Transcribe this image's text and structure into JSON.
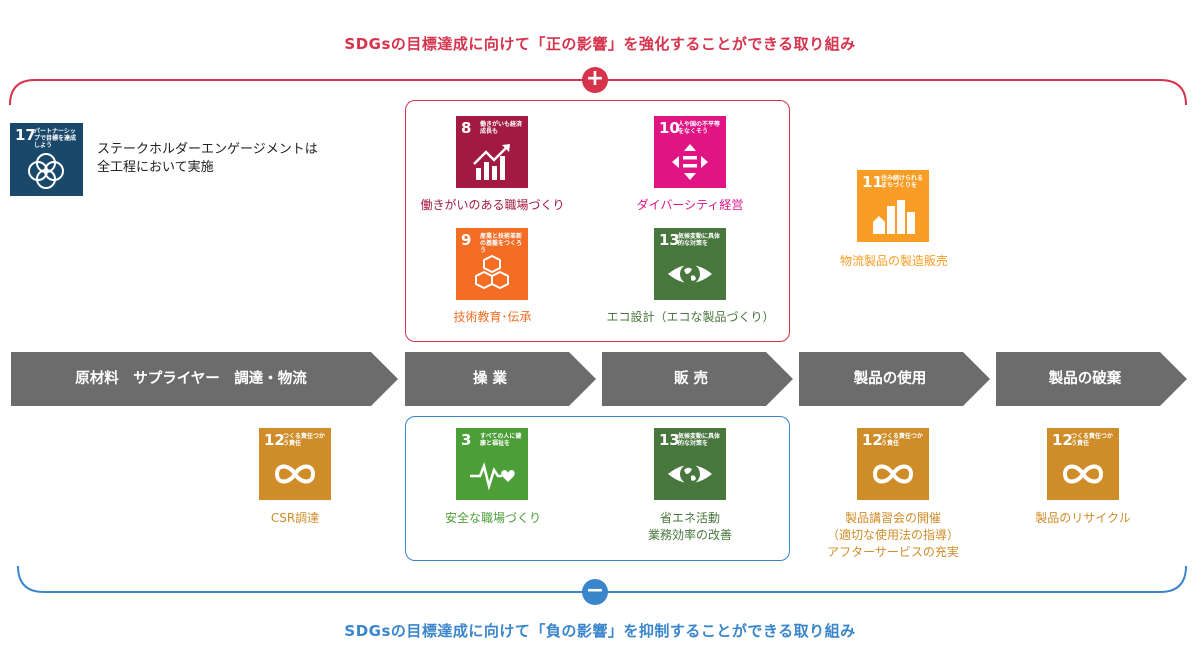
{
  "headings": {
    "positive": "SDGsの目標達成に向けて「正の影響」を強化することができる取り組み",
    "negative": "SDGsの目標達成に向けて「負の影響」を抑制することができる取り組み",
    "plus_symbol": "+",
    "minus_symbol": "−"
  },
  "colors": {
    "positive": "#d6334d",
    "negative": "#3a86cc",
    "arrow": "#6d6c6c",
    "sdg8": "#a21a42",
    "sdg9": "#f36d25",
    "sdg10": "#e11484",
    "sdg11": "#f99d26",
    "sdg12": "#cf8d2a",
    "sdg13": "#48773e",
    "sdg17": "#19486a",
    "sdg3": "#4c9f38"
  },
  "stakeholder": {
    "icon_number": "17",
    "icon_title": "パートナーシップで目標を達成しよう",
    "text_line1": "ステークホルダーエンゲージメントは",
    "text_line2": "全工程において実施"
  },
  "process": [
    {
      "label": "原材料　サプライヤー　調達・物流"
    },
    {
      "label": "操 業"
    },
    {
      "label": "販 売"
    },
    {
      "label": "製品の使用"
    },
    {
      "label": "製品の破棄"
    }
  ],
  "positive_items": [
    {
      "number": "8",
      "title": "働きがいも経済成長も",
      "icon": "growth-chart-icon",
      "label": "働きがいのある職場づくり"
    },
    {
      "number": "10",
      "title": "人や国の不平等をなくそう",
      "icon": "equality-icon",
      "label": "ダイバーシティ経営"
    },
    {
      "number": "9",
      "title": "産業と技術革新の基盤をつくろう",
      "icon": "cubes-icon",
      "label": "技術教育･伝承"
    },
    {
      "number": "13",
      "title": "気候変動に具体的な対策を",
      "icon": "eye-globe-icon",
      "label": "エコ設計（エコな製品づくり）"
    },
    {
      "number": "11",
      "title": "住み続けられるまちづくりを",
      "icon": "city-icon",
      "label": "物流製品の製造販売"
    }
  ],
  "negative_items": [
    {
      "number": "12",
      "title": "つくる責任つかう責任",
      "icon": "infinity-icon",
      "label": "CSR調達"
    },
    {
      "number": "3",
      "title": "すべての人に健康と福祉を",
      "icon": "heartbeat-icon",
      "label": "安全な職場づくり"
    },
    {
      "number": "13",
      "title": "気候変動に具体的な対策を",
      "icon": "eye-globe-icon",
      "label_line1": "省エネ活動",
      "label_line2": "業務効率の改善"
    },
    {
      "number": "12",
      "title": "つくる責任つかう責任",
      "icon": "infinity-icon",
      "label_line1": "製品講習会の開催",
      "label_line2": "（適切な使用法の指導）",
      "label_line3": "アフターサービスの充実"
    },
    {
      "number": "12",
      "title": "つくる責任つかう責任",
      "icon": "infinity-icon",
      "label": "製品のリサイクル"
    }
  ]
}
